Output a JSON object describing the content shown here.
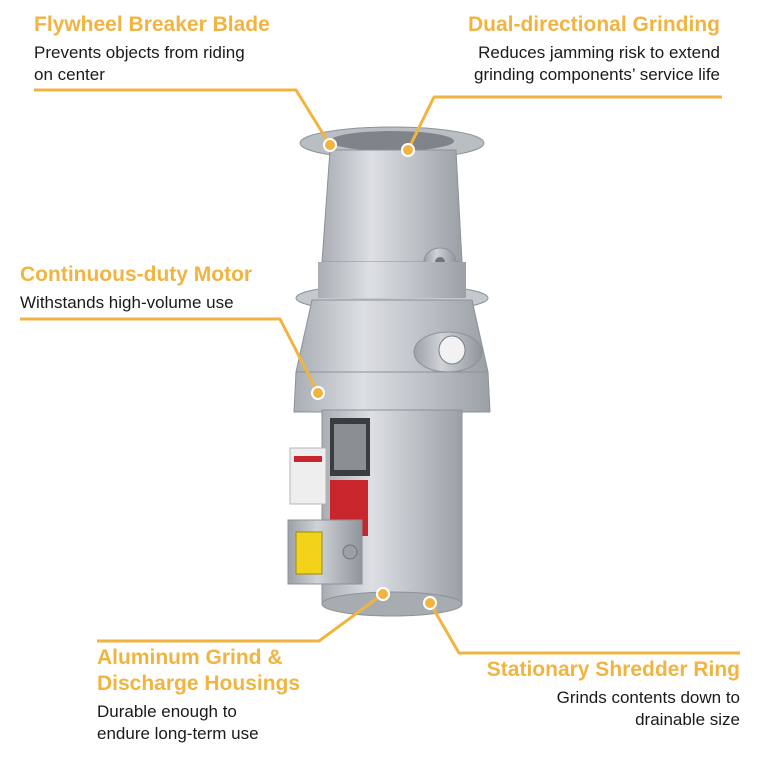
{
  "callouts": {
    "flywheel": {
      "title": "Flywheel Breaker Blade",
      "desc_lines": [
        "Prevents objects from riding",
        "on center"
      ]
    },
    "dual": {
      "title": "Dual-directional Grinding",
      "desc_lines": [
        "Reduces jamming risk to extend",
        "grinding components’ service life"
      ]
    },
    "motor": {
      "title": "Continuous-duty Motor",
      "desc_lines": [
        "Withstands high-volume use"
      ]
    },
    "aluminum": {
      "title_lines": [
        "Aluminum Grind &",
        "Discharge Housings"
      ],
      "desc_lines": [
        "Durable enough to",
        "endure long-term use"
      ]
    },
    "shredder": {
      "title": "Stationary Shredder Ring",
      "desc_lines": [
        "Grinds contents down to",
        "drainable size"
      ]
    }
  },
  "colors": {
    "accent": "#f2b441",
    "text": "#1a1a1a",
    "metal": "#c9cdd2",
    "label_red": "#c9252c",
    "label_yellow": "#f3d21a"
  }
}
